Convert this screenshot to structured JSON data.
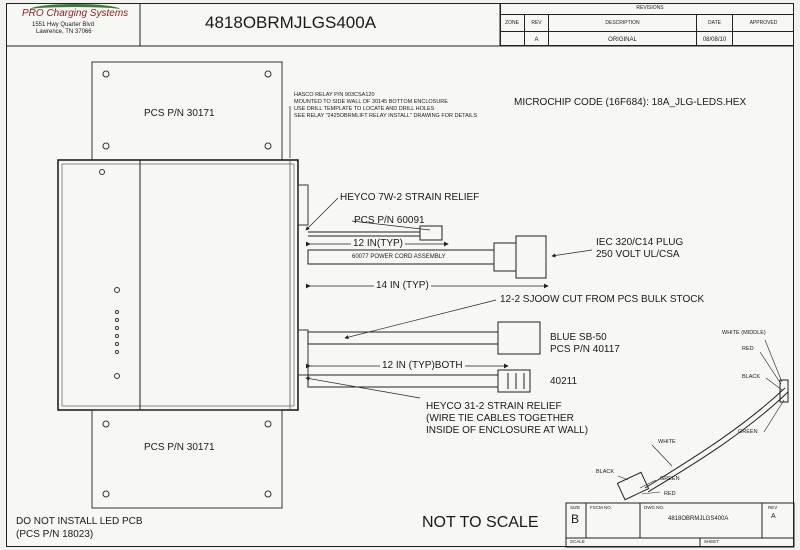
{
  "company": {
    "name": "PRO Charging Systems",
    "address1": "1551 Hwy Quarter Blvd",
    "address2": "Lawrence, TN 37066"
  },
  "drawing_title": "4818OBRMJLGS400A",
  "revisions": {
    "title": "REVISIONS",
    "headers": {
      "zone": "ZONE",
      "rev": "REV",
      "description": "DESCRIPTION",
      "date": "DATE",
      "approved": "APPROVED"
    },
    "rows": [
      {
        "zone": "",
        "rev": "A",
        "description": "ORIGINAL",
        "date": "08/08/10",
        "approved": ""
      }
    ]
  },
  "relay_note": [
    "HASCO RELAY P/N 903CSA120",
    "MOUNTED TO SIDE WALL OF 30145 BOTTOM ENCLOSURE",
    "USE DRILL TEMPLATE TO LOCATE AND DRILL HOLES",
    "SEE RELAY \"2425OBRMLIFT RELAY INSTALL\" DRAWING FOR DETAILS"
  ],
  "microchip_code": "MICROCHIP CODE (16F684): 18A_JLG-LEDS.HEX",
  "pcs_top": "PCS P/N 30171",
  "pcs_bottom": "PCS P/N 30171",
  "strain_relief_top": "HEYCO 7W-2 STRAIN RELIEF",
  "pcs_60091": "PCS P/N 60091",
  "len_12in": "12 IN(TYP)",
  "power_cord": "60077 POWER CORD ASSEMBLY",
  "plug": [
    "IEC 320/C14 PLUG",
    "250 VOLT UL/CSA"
  ],
  "len_14in": "14 IN (TYP)",
  "sjoow": "12-2 SJOOW CUT FROM PCS BULK STOCK",
  "blue_sb50": [
    "BLUE SB-50",
    "PCS P/N 40117"
  ],
  "len_12in_both": "12 IN (TYP)BOTH",
  "part_40211": "40211",
  "strain_relief_bottom": [
    "HEYCO 31-2 STRAIN RELIEF",
    "(WIRE TIE CABLES TOGETHER",
    "INSIDE OF ENCLOSURE AT WALL)"
  ],
  "wire_labels": {
    "white_middle": "WHITE (MIDDLE)",
    "red1": "RED",
    "black1": "BLACK",
    "green1": "GREEN",
    "white2": "WHITE",
    "black2": "BLACK",
    "green2": "GREEN",
    "red2": "RED"
  },
  "led_note": [
    "DO NOT INSTALL LED PCB",
    "(PCS P/N 18023)"
  ],
  "not_to_scale": "NOT TO SCALE",
  "title_block": {
    "size_label": "SIZE",
    "size": "B",
    "fscm_label": "FSCM NO.",
    "dwg_label": "DWG NO.",
    "dwg_no": "4818OBRMJLGS400A",
    "rev_label": "REV",
    "rev": "A",
    "scale_label": "SCALE",
    "sheet_label": "SHEET"
  }
}
